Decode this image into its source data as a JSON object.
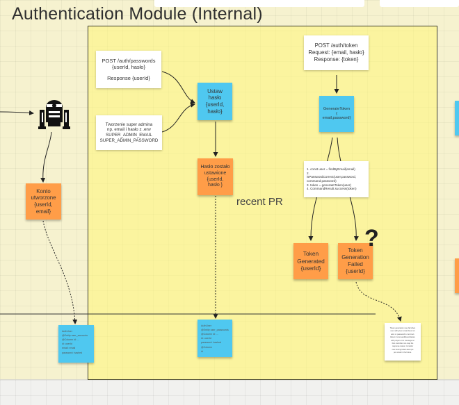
{
  "frame": {
    "title": "Authentication Module (Internal)",
    "section_label": "recent PR"
  },
  "cards": {
    "post_passwords": [
      "POST /auth/passwords",
      "{userId, hasło}",
      "",
      "Response {userId}"
    ],
    "super_admin": [
      "Tworzenie super admina",
      "np. email i hasło z .env",
      "SUPER_ADMIN_EMAIL",
      "SUPER_ADMIN_PASSWORD"
    ],
    "post_token": [
      "POST /auth/token",
      "Request: {email, hasło}",
      "Response: {token}"
    ],
    "token_code": [
      "1. const user = findByEmail(email)",
      "2.",
      "isPasswordCorrect(user.password,",
      "command.password)",
      "3. token = generateToken(user)",
      "4. CommandResult.success(token)"
    ]
  },
  "stickies": {
    "konto": [
      "Konto",
      "utworzone",
      "{userId,",
      "email}"
    ],
    "ustaw": [
      "Ustaw",
      "hasło",
      "{userId,",
      "hasło}"
    ],
    "generate_token": [
      "GenerateToken",
      "{",
      "email,password}"
    ],
    "haslo_ustawione": [
      "Hasło zostało",
      "ustawione",
      "{userId,",
      "hasło }"
    ],
    "token_generated": [
      "Token",
      "Generated",
      "{userId}"
    ],
    "token_failed": [
      "Token",
      "Generation",
      "Failed",
      "{userId}"
    ]
  },
  "annotations": {
    "question_mark": "?"
  },
  "tiny_notes": {
    "blue_left": [
      "AuthUser",
      "@Entity user_accounts",
      "",
      "@Column id: ...",
      "id: userId",
      "email: email",
      "password: hashed"
    ],
    "blue_mid": [
      "AuthUser",
      "@Entity user_passwords",
      "",
      "@Column id: ...",
      "id: userId",
      "password: hashed",
      "@Column",
      "id"
    ],
    "white_right": [
      "Token generation may fail when",
      "user with given email does not",
      "exist or password is incorrect.",
      "Return CommandResult.failure",
      "with proper error message so",
      "that controller can map the",
      "response status. Consider",
      "rate limiting failed attempts",
      "per email in the future."
    ]
  },
  "colors": {
    "orange": "#ff9d48",
    "blue": "#4fc8f0",
    "frame_fill": "#fff678",
    "canvas": "#f6f2cf"
  },
  "icons": [
    "robot-icon"
  ]
}
